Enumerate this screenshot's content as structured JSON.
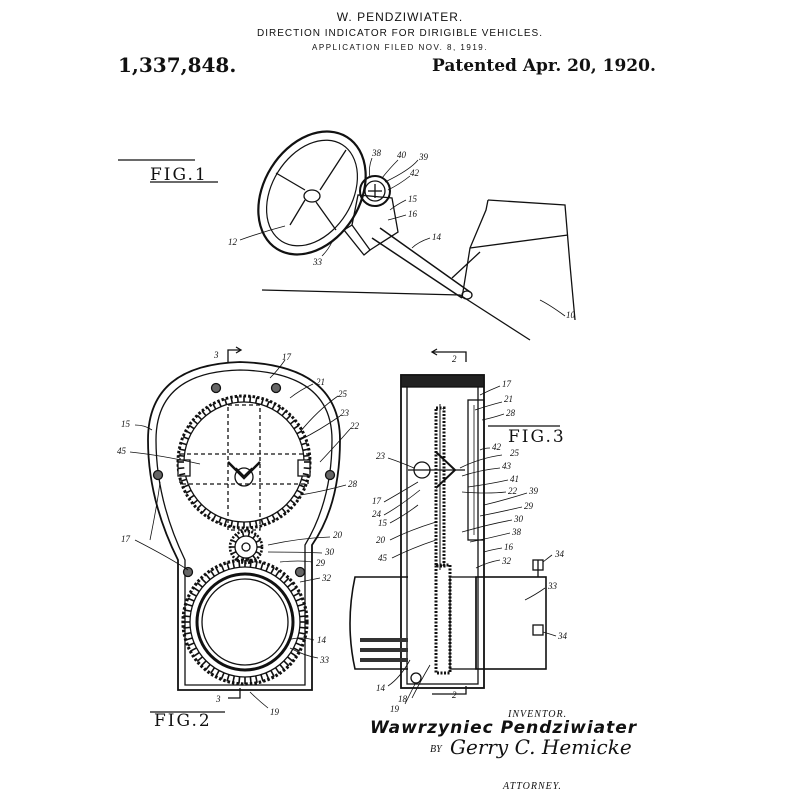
{
  "header": {
    "inventor_name": "W. PENDZIWIATER.",
    "title": "DIRECTION INDICATOR FOR DIRIGIBLE VEHICLES.",
    "application_filed": "APPLICATION FILED NOV. 8, 1919.",
    "patent_number": "1,337,848.",
    "patented_date": "Patented Apr. 20, 1920."
  },
  "figures": {
    "fig1_label": "FIG.1",
    "fig2_label": "FIG.2",
    "fig3_label": "FIG.3"
  },
  "section_marks": {
    "section_3": "3",
    "section_2": "2"
  },
  "reference_numerals": {
    "fig1": [
      "38",
      "40",
      "39",
      "42",
      "15",
      "16",
      "14",
      "12",
      "33",
      "10"
    ],
    "fig2": [
      "17",
      "21",
      "25",
      "23",
      "22",
      "15",
      "45",
      "28",
      "17",
      "20",
      "30",
      "29",
      "32",
      "14",
      "33",
      "19"
    ],
    "fig3": [
      "17",
      "21",
      "28",
      "42",
      "25",
      "43",
      "23",
      "41",
      "22",
      "39",
      "17",
      "24",
      "29",
      "15",
      "30",
      "20",
      "38",
      "45",
      "16",
      "32",
      "34",
      "33",
      "34",
      "14",
      "18",
      "19"
    ]
  },
  "signature_block": {
    "inventor_label": "INVENTOR.",
    "inventor_signature": "Wawrzyniec Pendziwiater",
    "by_label": "BY",
    "attorney_signature": "Gerry C. Hemicke",
    "attorney_label": "ATTORNEY."
  }
}
